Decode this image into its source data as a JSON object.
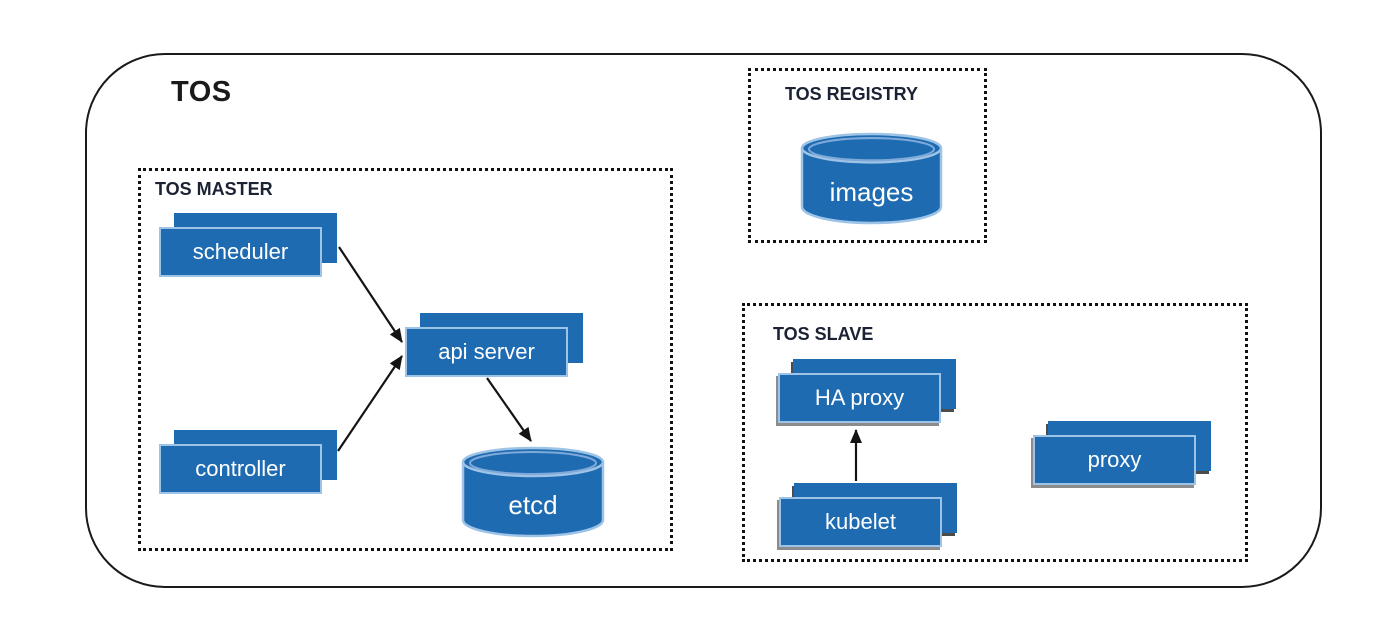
{
  "diagram": {
    "title": "TOS",
    "groups": {
      "master": {
        "label": "TOS MASTER",
        "nodes": {
          "scheduler": "scheduler",
          "api_server": "api server",
          "controller": "controller",
          "etcd": "etcd"
        }
      },
      "registry": {
        "label": "TOS REGISTRY",
        "nodes": {
          "images": "images"
        }
      },
      "slave": {
        "label": "TOS SLAVE",
        "nodes": {
          "ha_proxy": "HA proxy",
          "kubelet": "kubelet",
          "proxy": "proxy"
        }
      }
    },
    "edges": [
      {
        "from": "scheduler",
        "to": "api server"
      },
      {
        "from": "controller",
        "to": "api server"
      },
      {
        "from": "api server",
        "to": "etcd"
      },
      {
        "from": "kubelet",
        "to": "HA proxy"
      }
    ],
    "colors": {
      "node_fill": "#1E6BB2",
      "node_border": "#9DC3E6",
      "node_text": "#FFFFFF",
      "boundary": "#1A1A1A",
      "group_label": "#1B2233",
      "arrow": "#141414"
    }
  }
}
